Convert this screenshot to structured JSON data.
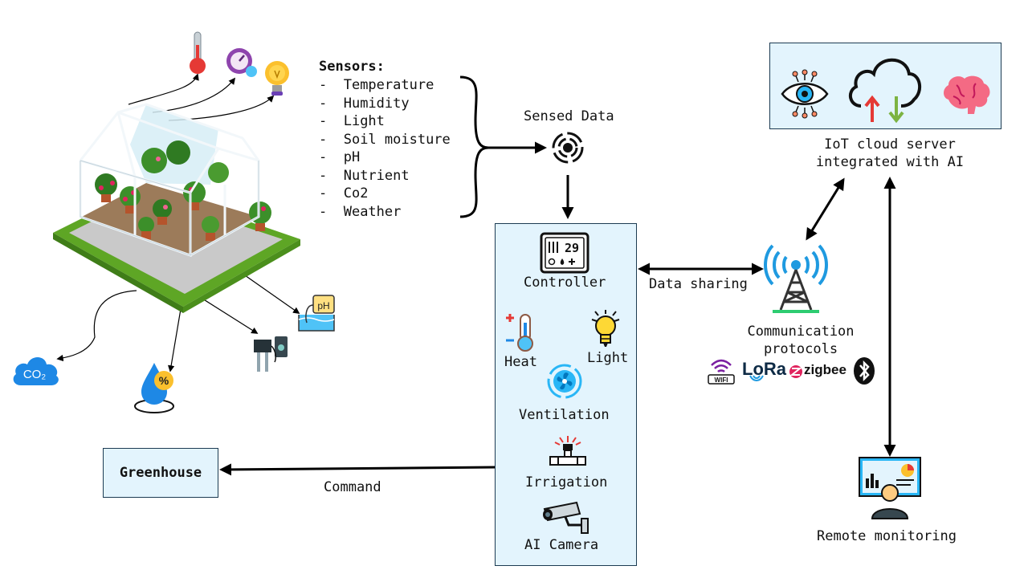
{
  "sensors": {
    "heading": "Sensors:",
    "items": [
      "Temperature",
      "Humidity",
      "Light",
      "Soil moisture",
      "pH",
      "Nutrient",
      "Co2",
      "Weather"
    ]
  },
  "sensed_data_label": "Sensed Data",
  "controller_box": {
    "display_value": "29",
    "controller_label": "Controller",
    "heat_label": "Heat",
    "light_label": "Light",
    "ventilation_label": "Ventilation",
    "irrigation_label": "Irrigation",
    "camera_label": "AI Camera"
  },
  "greenhouse_label": "Greenhouse",
  "command_label": "Command",
  "data_sharing_label": "Data sharing",
  "comm_label": "Communication\nprotocols",
  "protocols": {
    "wifi": "WIFI",
    "lora": "LoRa",
    "zigbee": "zigbee"
  },
  "cloud_label": "IoT cloud server\nintegrated with AI",
  "remote_label": "Remote monitoring",
  "co2_label": "CO₂",
  "ph_label": "pH",
  "humidity_symbol": "%",
  "colors": {
    "box_fill": "#e3f4fd",
    "box_border": "#1c3b52",
    "tower_blue": "#1f9ae0",
    "brain_pink": "#f46a84",
    "lawn_green": "#6ab52e"
  }
}
